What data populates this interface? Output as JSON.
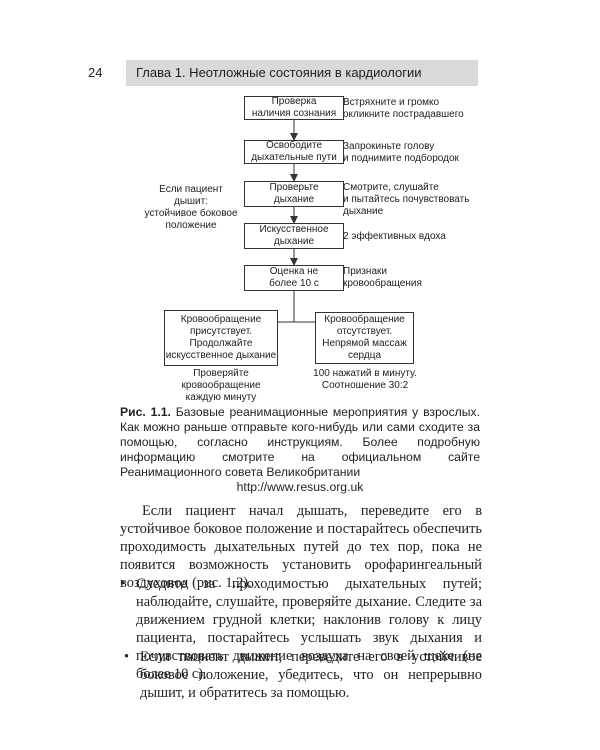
{
  "header": {
    "page_number": "24",
    "running_title": "Глава 1. Неотложные состояния в кардиологии"
  },
  "figure": {
    "steps": [
      {
        "box": "Проверка\nналичия сознания",
        "note": "Встряхните и громко\nокликните пострадавшего"
      },
      {
        "box": "Освободите\nдыхательные пути",
        "note": "Запрокиньте голову\nи поднимите подбородок"
      },
      {
        "box": "Проверьте\nдыхание",
        "note": "Смотрите, слушайте\nи пытайтесь почувствовать\nдыхание"
      },
      {
        "box": "Искусственное\nдыхание",
        "note": "2 эффективных вдоха"
      },
      {
        "box": "Оценка не\nболее 10 с",
        "note": "Признаки\nкровообращения"
      }
    ],
    "left_note": "Если пациент дышит:\nустойчивое боковое\nположение",
    "branch_left": {
      "box": "Кровообращение\nприсутствует.\nПродолжайте\nискусственное дыхание",
      "note": "Проверяйте\nкровообращение\nкаждую минуту"
    },
    "branch_right": {
      "box": "Кровообращение\nотсутствует.\nНепрямой массаж\nсердца",
      "note": "100 нажатий в минуту.\nСоотношение 30:2"
    }
  },
  "caption": {
    "label": "Рис. 1.1.",
    "text": "Базовые реанимационные мероприятия у взрослых. Как можно раньше отправьте кого-нибудь или сами сходите за помощью, согласно инструкциям. Более подробную информацию смотрите на официальном сайте Реанимационного совета Великобритании",
    "url": "http://www.resus.org.uk"
  },
  "body": {
    "paragraph": "Если пациент начал дышать, переведите его в устойчивое боковое положение и постарайтесь обеспечить проходимость дыхательных путей до тех пор, пока не появится возможность установить орофарингеальный воздуховод (рис. 1.2).",
    "bullet_symbol": "•",
    "bullet1": "Следите за проходимостью дыхательных путей; наблюдайте, слушайте, проверяйте дыхание. Следите за движением грудной клетки; наклонив голову к лицу пациента, постарайтесь услышать звук дыхания и почувствовать движение воздуха на своей щеке (не более 10 с).",
    "bullet2": "Если пациент дышит, переведите его в устойчивое боковое положение, убедитесь, что он непрерывно дышит, и обратитесь за помощью."
  }
}
